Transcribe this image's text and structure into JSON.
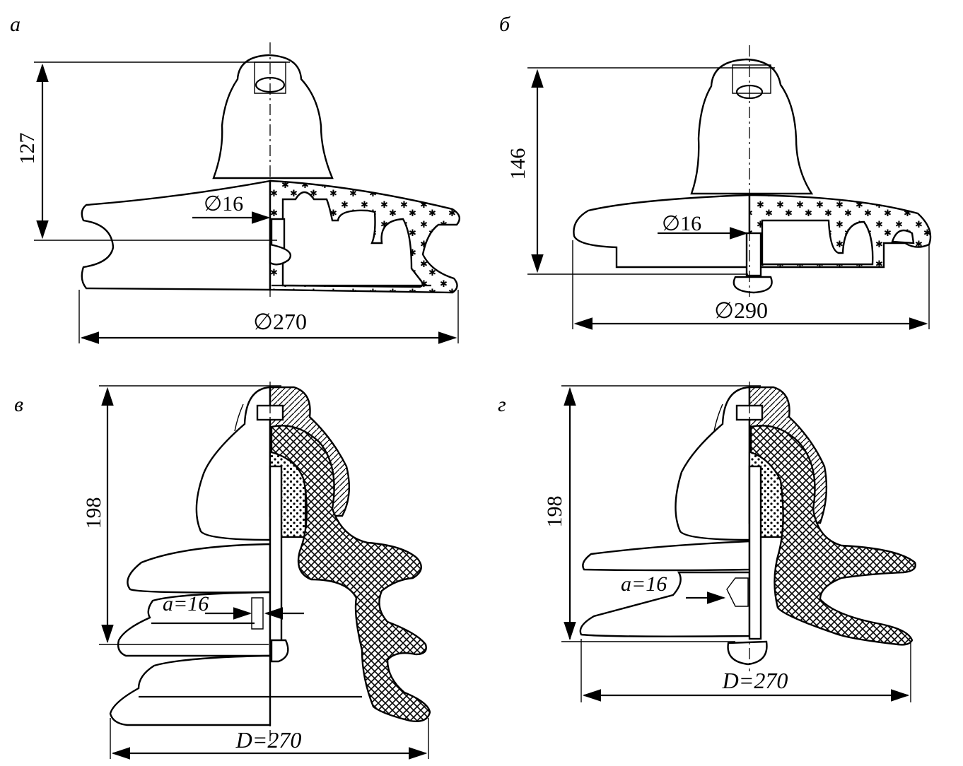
{
  "figures": [
    {
      "label": "а",
      "height_label": "127",
      "bore_label": "∅16",
      "diameter_label": "∅270"
    },
    {
      "label": "б",
      "height_label": "146",
      "bore_label": "∅16",
      "diameter_label": "∅290"
    },
    {
      "label": "в",
      "height_label": "198",
      "gap_label": "a=16",
      "diameter_label": "D=270"
    },
    {
      "label": "г",
      "height_label": "198",
      "gap_label": "a=16",
      "diameter_label": "D=270"
    }
  ]
}
